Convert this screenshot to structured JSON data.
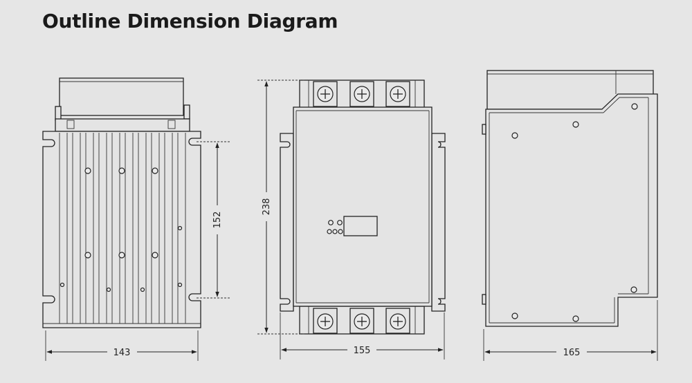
{
  "title": "Outline Dimension Diagram",
  "dimensions": {
    "front_width": "143",
    "front_height": "152",
    "middle_height": "238",
    "middle_width": "155",
    "side_width": "165"
  }
}
